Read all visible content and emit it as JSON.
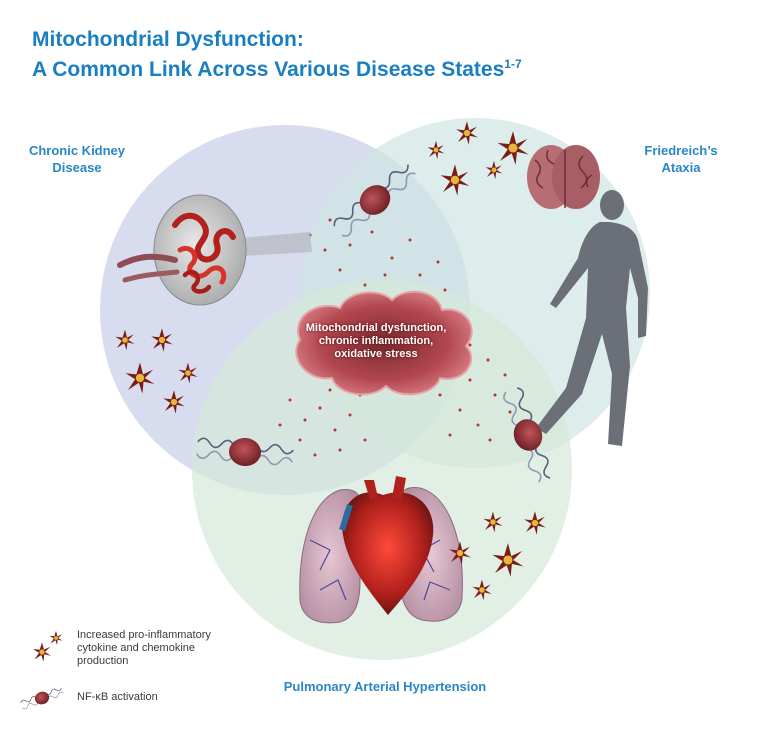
{
  "title": {
    "line1": "Mitochondrial Dysfunction:",
    "line2": "A Common Link Across Various Disease States",
    "superscript": "1-7"
  },
  "circles": {
    "ckd": {
      "label_line1": "Chronic Kidney",
      "label_line2": "Disease",
      "color": "#c9d2e8"
    },
    "fa": {
      "label_line1": "Friedreich’s",
      "label_line2": "Ataxia",
      "color": "#cfe6e2"
    },
    "pah": {
      "label": "Pulmonary Arterial Hypertension",
      "color": "#d6e8d8"
    }
  },
  "center": {
    "line1": "Mitochondrial dysfunction,",
    "line2": "chronic inflammation,",
    "line3": "oxidative stress",
    "color": "#c8505a"
  },
  "legend": {
    "cytokine_line1": "Increased pro-inflammatory",
    "cytokine_line2": "cytokine and chemokine",
    "cytokine_line3": "production",
    "nfkb": "NF-κB activation"
  },
  "icons": {
    "kidney": "kidney-glomerulus-icon",
    "brain": "brain-icon",
    "person": "walking-person-icon",
    "heart_lungs": "heart-lungs-icon",
    "cytokine": "cytokine-star-icon",
    "nfkb": "nfkb-dna-icon"
  }
}
